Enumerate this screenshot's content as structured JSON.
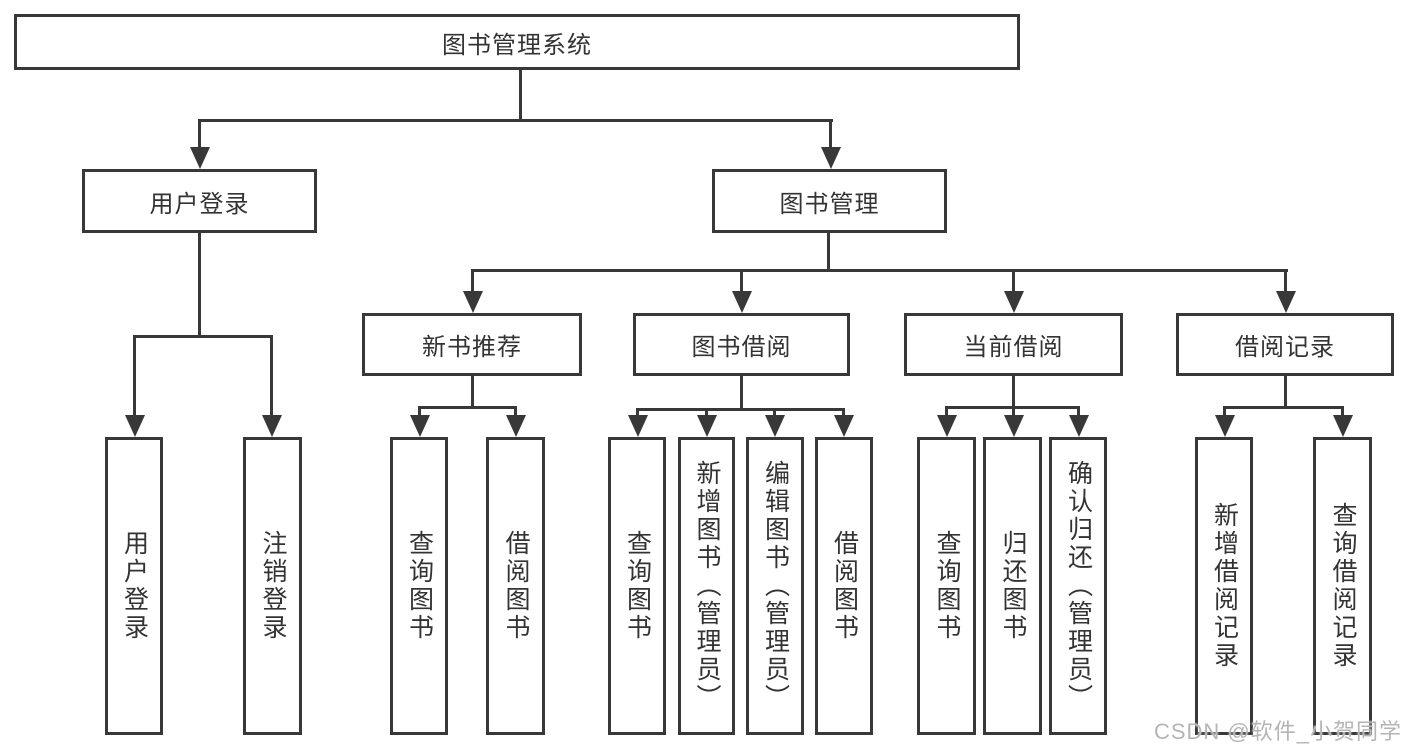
{
  "colors": {
    "line": "#383838",
    "text": "#333333",
    "watermark": "#b5b5b5",
    "background": "#ffffff"
  },
  "tree": {
    "root": {
      "label": "图书管理系统"
    },
    "branches": [
      {
        "label": "用户登录",
        "leaves": [
          {
            "label": "用户登录"
          },
          {
            "label": "注销登录"
          }
        ]
      },
      {
        "label": "图书管理",
        "groups": [
          {
            "label": "新书推荐",
            "leaves": [
              {
                "label": "查询图书"
              },
              {
                "label": "借阅图书"
              }
            ]
          },
          {
            "label": "图书借阅",
            "leaves": [
              {
                "label": "查询图书"
              },
              {
                "label": "新增图书（管理员）"
              },
              {
                "label": "编辑图书（管理员）"
              },
              {
                "label": "借阅图书"
              }
            ]
          },
          {
            "label": "当前借阅",
            "leaves": [
              {
                "label": "查询图书"
              },
              {
                "label": "归还图书"
              },
              {
                "label": "确认归还（管理员）"
              }
            ]
          },
          {
            "label": "借阅记录",
            "leaves": [
              {
                "label": "新增借阅记录"
              },
              {
                "label": "查询借阅记录"
              }
            ]
          }
        ]
      }
    ]
  },
  "watermark": {
    "text": "CSDN @软件_小贺同学"
  }
}
